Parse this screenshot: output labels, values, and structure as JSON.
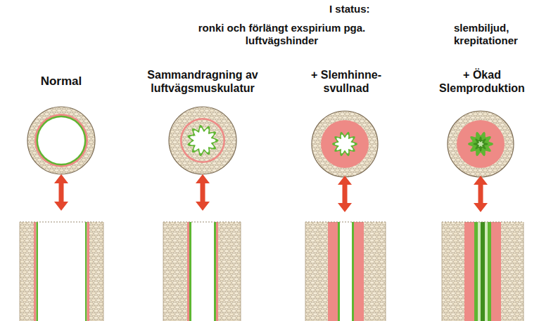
{
  "diagram": {
    "labels": [
      "I status:",
      "ronki och förlängt exspirium pga. luftvägshinder",
      "slembiljud, krepitationer",
      "Normal",
      "Sammandragning av luftvägsmuskulatur",
      "+ Slemhinne- svullnad",
      "+ Ökad Slemproduktion"
    ]
  }
}
